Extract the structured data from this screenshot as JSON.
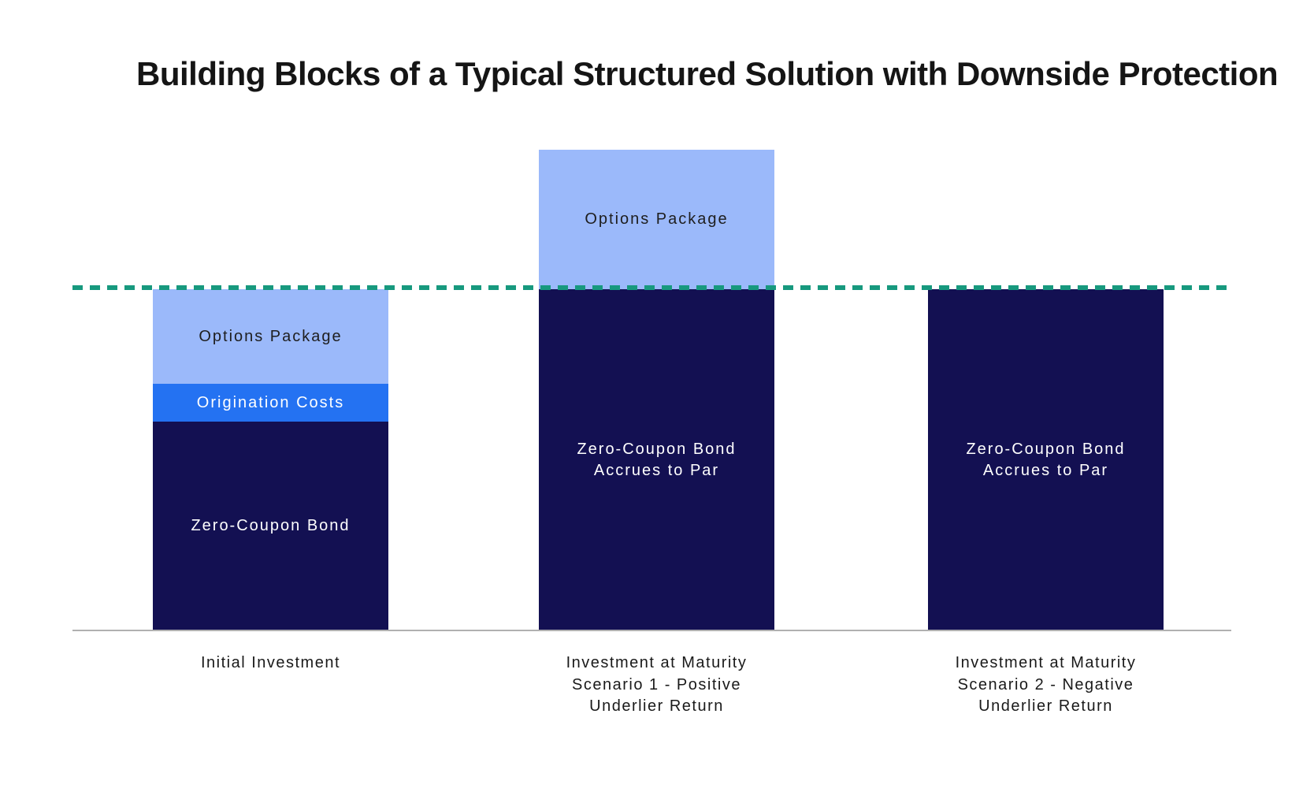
{
  "title": "Building Blocks of a Typical Structured Solution with Downside Protection",
  "colors": {
    "navy": "#131052",
    "bright_blue": "#2472F2",
    "light_blue": "#9BB9FA",
    "teal": "#17997E",
    "axis_gray": "#B0B0B0",
    "dark_text": "#1E1E1E",
    "white_text": "#FFFFFF",
    "title_text": "#151515"
  },
  "chart_data": {
    "type": "bar",
    "stacked": true,
    "title": "Building Blocks of a Typical Structured Solution with Downside Protection",
    "xlabel": "",
    "ylabel": "",
    "unit": "percent of initial investment (estimated; par = 100)",
    "ylim": [
      0,
      141
    ],
    "grid": false,
    "legend": "none (labels printed inside segments)",
    "reference_line": {
      "value": 100,
      "style": "dashed",
      "color_key": "teal",
      "meaning": "initial investment / par level"
    },
    "categories": [
      [
        "Initial Investment"
      ],
      [
        "Investment at Maturity",
        "Scenario 1 - Positive",
        "Underlier Return"
      ],
      [
        "Investment at Maturity",
        "Scenario 2 - Negative",
        "Underlier Return"
      ]
    ],
    "series": [
      {
        "name": "Zero-Coupon Bond",
        "color_key": "navy",
        "values": [
          61.2,
          100,
          100
        ]
      },
      {
        "name": "Origination Costs",
        "color_key": "bright_blue",
        "values": [
          11.1,
          0,
          0
        ]
      },
      {
        "name": "Options Package",
        "color_key": "light_blue",
        "values": [
          27.7,
          40.9,
          0
        ]
      }
    ],
    "bars": [
      {
        "name": "bar-initial-investment",
        "axis_label_lines": [
          "Initial Investment"
        ],
        "segments": [
          {
            "role": "segment-zero-coupon-bond",
            "label_lines": [
              "Zero-Coupon Bond"
            ],
            "value": 61.2,
            "color_key": "navy",
            "text_color_key": "white_text"
          },
          {
            "role": "segment-origination-costs",
            "label_lines": [
              "Origination Costs"
            ],
            "value": 11.1,
            "color_key": "bright_blue",
            "text_color_key": "white_text"
          },
          {
            "role": "segment-options-package",
            "label_lines": [
              "Options Package"
            ],
            "value": 27.7,
            "color_key": "light_blue",
            "text_color_key": "dark_text"
          }
        ]
      },
      {
        "name": "bar-maturity-scenario-1-positive",
        "axis_label_lines": [
          "Investment at Maturity",
          "Scenario 1 - Positive",
          "Underlier Return"
        ],
        "segments": [
          {
            "role": "segment-zero-coupon-bond-accrues-to-par",
            "label_lines": [
              "Zero-Coupon Bond",
              "Accrues to Par"
            ],
            "value": 100,
            "color_key": "navy",
            "text_color_key": "white_text"
          },
          {
            "role": "segment-options-package",
            "label_lines": [
              "Options Package"
            ],
            "value": 40.9,
            "color_key": "light_blue",
            "text_color_key": "dark_text"
          }
        ]
      },
      {
        "name": "bar-maturity-scenario-2-negative",
        "axis_label_lines": [
          "Investment at Maturity",
          "Scenario 2 - Negative",
          "Underlier Return"
        ],
        "segments": [
          {
            "role": "segment-zero-coupon-bond-accrues-to-par",
            "label_lines": [
              "Zero-Coupon Bond",
              "Accrues to Par"
            ],
            "value": 100,
            "color_key": "navy",
            "text_color_key": "white_text"
          }
        ]
      }
    ]
  }
}
